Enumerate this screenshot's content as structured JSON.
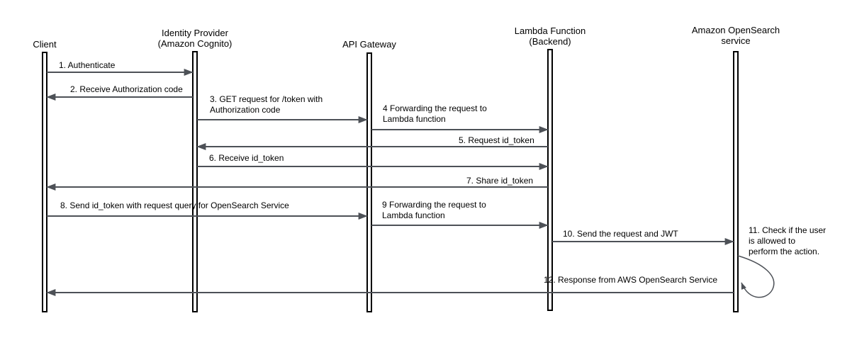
{
  "diagram": {
    "type": "sequence",
    "actors": [
      {
        "id": "client",
        "label": "Client"
      },
      {
        "id": "identity-provider",
        "label": "Identity Provider\n(Amazon Cognito)"
      },
      {
        "id": "api-gateway",
        "label": "API Gateway"
      },
      {
        "id": "lambda-function",
        "label": "Lambda Function\n(Backend)"
      },
      {
        "id": "opensearch",
        "label": "Amazon OpenSearch\nservice"
      }
    ],
    "messages": [
      {
        "label": "1. Authenticate",
        "from": "client",
        "to": "identity-provider"
      },
      {
        "label": "2. Receive Authorization code",
        "from": "identity-provider",
        "to": "client"
      },
      {
        "label": "3. GET request for /token with\nAuthorization code",
        "from": "identity-provider",
        "to": "api-gateway"
      },
      {
        "label": "4 Forwarding the request to\nLambda function",
        "from": "api-gateway",
        "to": "lambda-function"
      },
      {
        "label": "5. Request id_token",
        "from": "lambda-function",
        "to": "identity-provider"
      },
      {
        "label": "6. Receive id_token",
        "from": "identity-provider",
        "to": "lambda-function"
      },
      {
        "label": "7. Share id_token",
        "from": "lambda-function",
        "to": "client"
      },
      {
        "label": "8. Send id_token with request query for OpenSearch Service",
        "from": "client",
        "to": "api-gateway"
      },
      {
        "label": "9 Forwarding the request to\nLambda function",
        "from": "api-gateway",
        "to": "lambda-function"
      },
      {
        "label": "10. Send the request and JWT",
        "from": "lambda-function",
        "to": "opensearch"
      },
      {
        "label": "11. Check if the user\nis allowed to\nperform the action.",
        "from": "opensearch",
        "to": "opensearch",
        "self": true
      },
      {
        "label": "12. Response from AWS OpenSearch Service",
        "from": "opensearch",
        "to": "client"
      }
    ],
    "colors": {
      "arrow": "#4d5157",
      "lifeline_stroke": "#000000",
      "lifeline_fill": "#ffffff",
      "text": "#000000",
      "background": "#ffffff"
    }
  }
}
